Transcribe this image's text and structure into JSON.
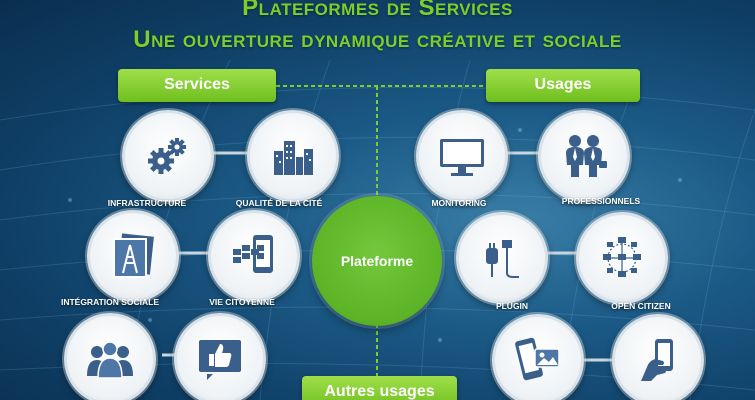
{
  "header": {
    "title_line1": "Plateformes de Services",
    "title_line2": "Une ouverture dynamique créative et sociale"
  },
  "sections": {
    "services": "Services",
    "usages": "Usages",
    "autres_usages": "Autres usages"
  },
  "center": {
    "label": "Plateforme"
  },
  "nodes": {
    "infrastructure": "INFRASTRUCTURE",
    "qualite_cite": "QUALITÉ DE LA CITÉ",
    "integration_sociale": "INTÉGRATION SOCIALE",
    "vie_citoyenne": "VIE CITOYENNE",
    "monitoring": "MONITORING",
    "professionnels": "PROFESSIONNELS",
    "plugin": "PLUGIN",
    "open_citizen": "OPEN CITIZEN"
  },
  "icons": {
    "infrastructure": "gears-icon",
    "qualite_cite": "city-buildings-icon",
    "integration_sociale": "paris-photo-icon",
    "vie_citoyenne": "tablet-icon",
    "monitoring": "monitor-icon",
    "professionnels": "business-people-icon",
    "plugin": "plug-icon",
    "open_citizen": "network-icon",
    "community": "people-group-icon",
    "like": "thumbs-up-icon",
    "mobile_media": "phone-media-icon",
    "hand_phone": "hand-phone-icon"
  },
  "colors": {
    "accent_green": "#7ccf2b",
    "box_green": "#8fd63a",
    "center_green": "#5bb325",
    "background": "#1b5a86",
    "icon_blue": "#3a5f8a"
  }
}
